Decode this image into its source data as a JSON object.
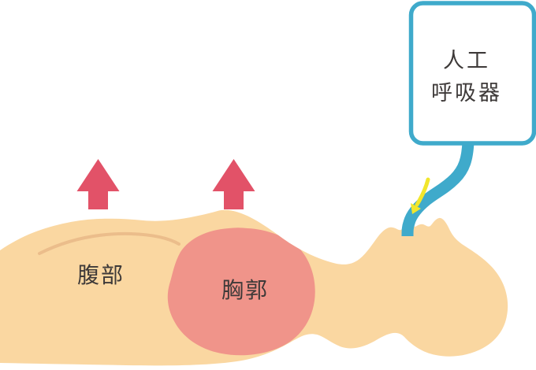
{
  "diagram": {
    "ventilator_box": {
      "label_line1": "人工",
      "label_line2": "呼吸器"
    },
    "labels": {
      "abdomen": "腹部",
      "ribcage": "胸郭"
    },
    "icons": {
      "lift_arrows": "up-arrow",
      "airflow_arrow": "down-left-arrow"
    },
    "colors": {
      "body": "#FAD7A1",
      "ribcage": "#F0948A",
      "lift_arrow": "#E25268",
      "tube": "#3FAACB",
      "airflow_arrow": "#F1E62C",
      "text": "#3E3A39",
      "contour_line": "#EBBD8B",
      "box_background": "#FFFFFF"
    }
  }
}
